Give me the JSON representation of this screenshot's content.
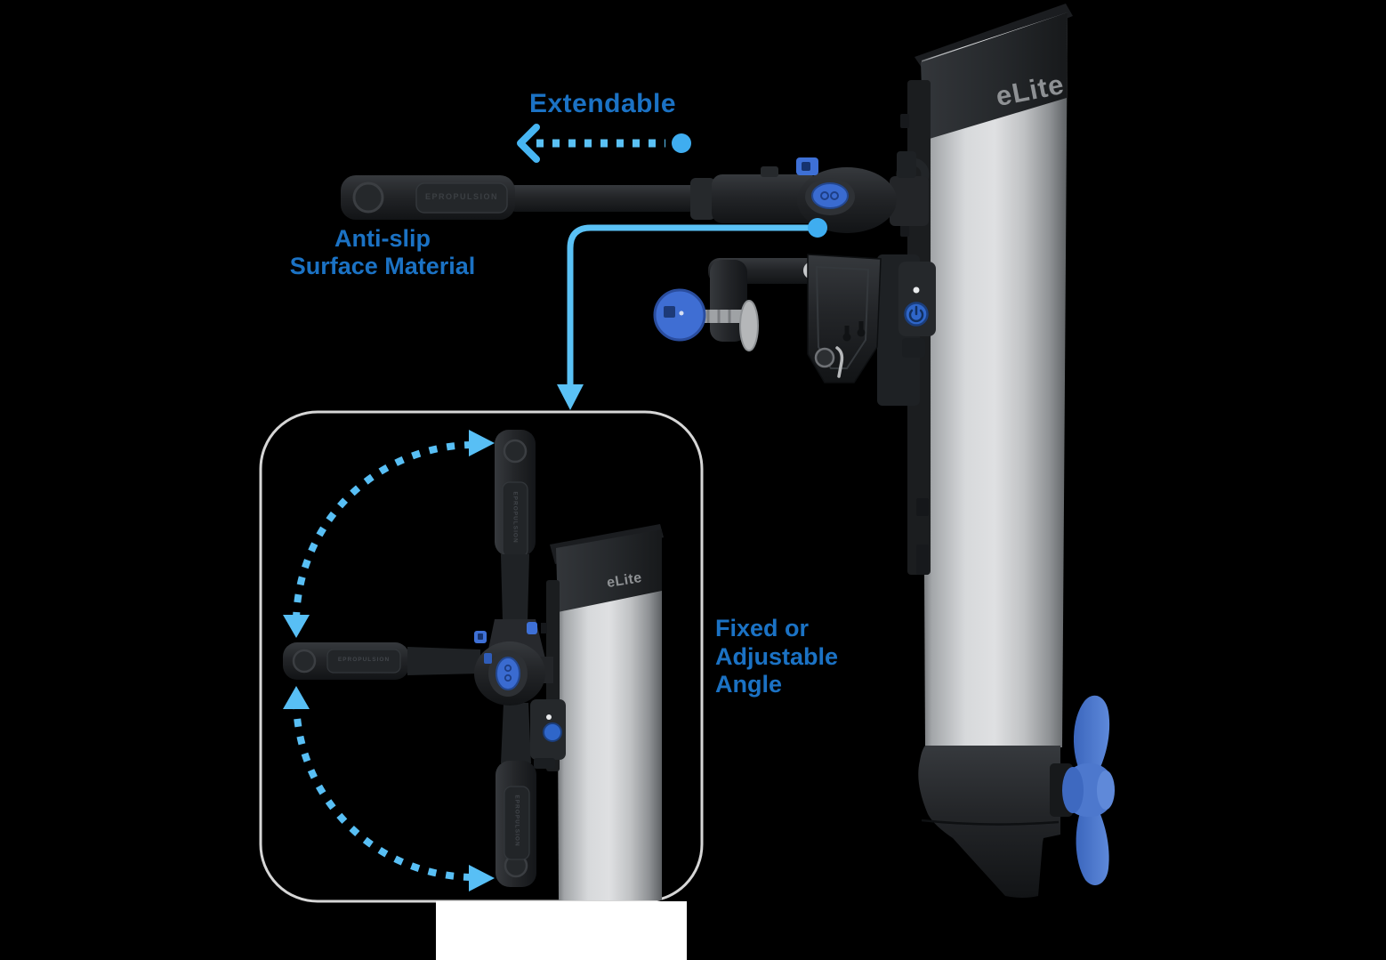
{
  "annotations": {
    "extendable": {
      "label": "Extendable"
    },
    "antislip": {
      "line1": "Anti-slip",
      "line2": "Surface Material"
    },
    "angle": {
      "line1": "Fixed or",
      "line2": "Adjustable",
      "line3": "Angle"
    }
  },
  "product": {
    "brand_logo": "eLite",
    "handle_brand": "EPROPULSION"
  },
  "icons": {
    "arrowhead_left": "open chevron pointing left",
    "connector_arrowhead": "solid triangle pointing down",
    "rotation_arc_upper": "dashed arc with triangle arrowheads (right, down)",
    "rotation_arc_lower": "dashed arc with triangle arrowheads (up, right)",
    "power_button": "round blue power button",
    "led_indicator": "small white dot"
  },
  "colors": {
    "background": "#000000",
    "label_text_blue": "#1b72c4",
    "arrow_light_blue": "#5ac1f5",
    "accent_button_blue": "#3a6bd0",
    "propeller_blue": "#4d78cd",
    "body_silver": "#d7d9db",
    "hardware_black": "#232528",
    "inset_border_gray": "#d6d6d6",
    "logo_gray": "#8e9194",
    "white_panel": "#ffffff"
  }
}
